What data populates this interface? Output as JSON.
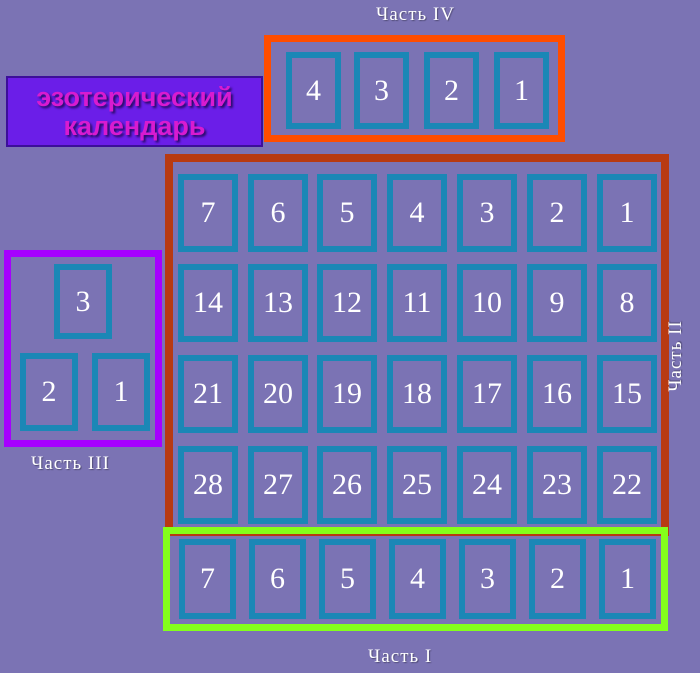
{
  "title": {
    "line1": "эзотерический",
    "line2": "календарь"
  },
  "colors": {
    "background": "#7b73b4",
    "card_border": "#1b87b6",
    "part1_frame": "#84ff1a",
    "part2_frame": "#b83a12",
    "part3_frame": "#a600ff",
    "part4_frame": "#ff4d00",
    "title_fill": "#6b1ee8",
    "title_text": "#d81bd0"
  },
  "parts": {
    "part1": {
      "label": "Часть I",
      "cards": [
        "7",
        "6",
        "5",
        "4",
        "3",
        "2",
        "1"
      ]
    },
    "part2": {
      "label": "Часть II",
      "rows": [
        [
          "7",
          "6",
          "5",
          "4",
          "3",
          "2",
          "1"
        ],
        [
          "14",
          "13",
          "12",
          "11",
          "10",
          "9",
          "8"
        ],
        [
          "21",
          "20",
          "19",
          "18",
          "17",
          "16",
          "15"
        ],
        [
          "28",
          "27",
          "26",
          "25",
          "24",
          "23",
          "22"
        ]
      ]
    },
    "part3": {
      "label": "Часть III",
      "cards": [
        "3",
        "2",
        "1"
      ]
    },
    "part4": {
      "label": "Часть IV",
      "cards": [
        "4",
        "3",
        "2",
        "1"
      ]
    }
  }
}
